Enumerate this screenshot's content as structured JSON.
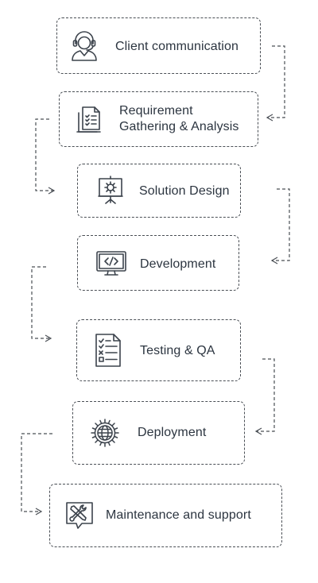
{
  "colors": {
    "border": "#4a4f55",
    "text": "#2c3540",
    "icon": "#3c434c"
  },
  "steps": [
    {
      "label": "Client communication",
      "icon": "headset-icon"
    },
    {
      "label": "Requirement\nGathering & Analysis",
      "icon": "document-checklist-icon"
    },
    {
      "label": "Solution Design",
      "icon": "presentation-board-icon"
    },
    {
      "label": "Development",
      "icon": "code-monitor-icon"
    },
    {
      "label": "Testing & QA",
      "icon": "test-checklist-icon"
    },
    {
      "label": "Deployment",
      "icon": "globe-gear-icon"
    },
    {
      "label": "Maintenance and support",
      "icon": "tools-icon"
    }
  ]
}
